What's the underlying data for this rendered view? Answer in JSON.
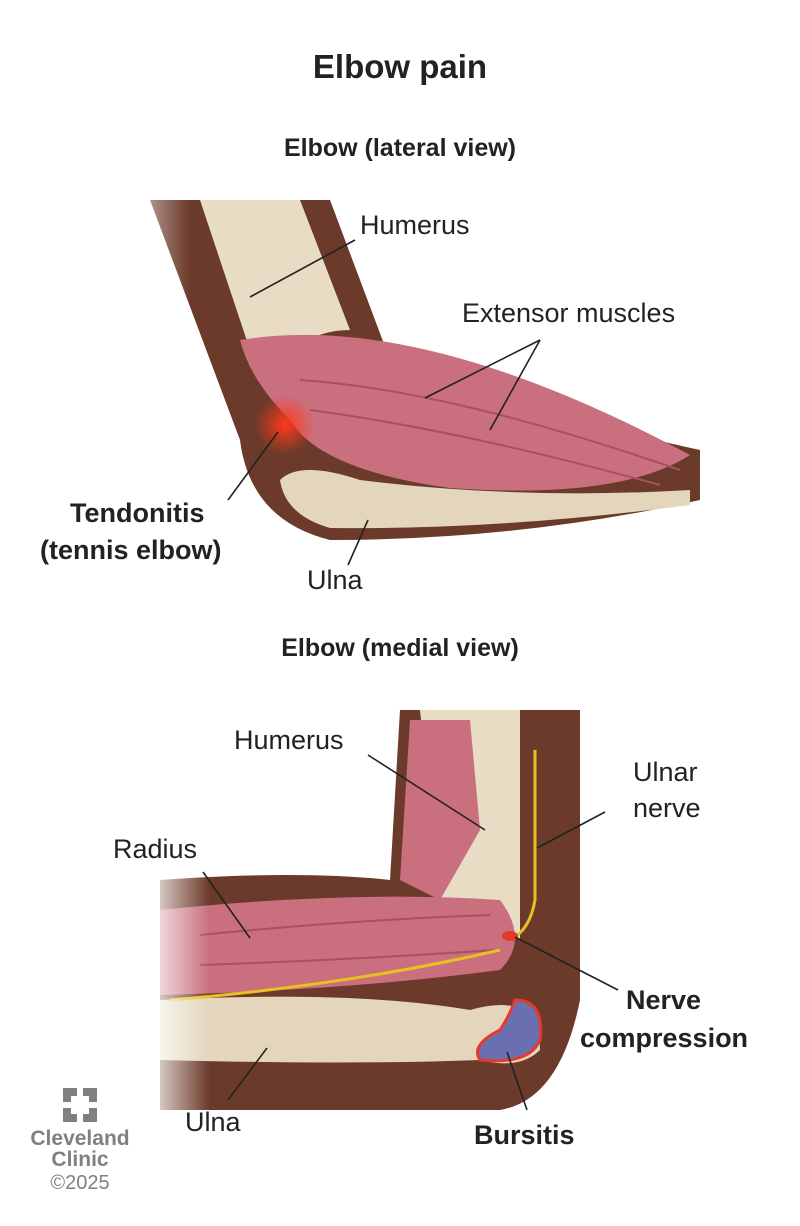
{
  "title": "Elbow pain",
  "lateral": {
    "heading": "Elbow (lateral view)",
    "labels": {
      "humerus": "Humerus",
      "extensor": "Extensor muscles",
      "tendonitis_1": "Tendonitis",
      "tendonitis_2": "(tennis elbow)",
      "ulna": "Ulna"
    }
  },
  "medial": {
    "heading": "Elbow (medial view)",
    "labels": {
      "humerus": "Humerus",
      "ulnar_1": "Ulnar",
      "ulnar_2": "nerve",
      "radius": "Radius",
      "nerve_1": "Nerve",
      "nerve_2": "compression",
      "bursitis": "Bursitis",
      "ulna": "Ulna"
    }
  },
  "logo": {
    "line1": "Cleveland",
    "line2": "Clinic",
    "copyright": "©2025"
  },
  "colors": {
    "skin": "#6b3a2a",
    "muscle": "#c96f7e",
    "bone": "#e8dcc4",
    "nerve": "#e8c020",
    "inflammation": "#e53a2a"
  }
}
